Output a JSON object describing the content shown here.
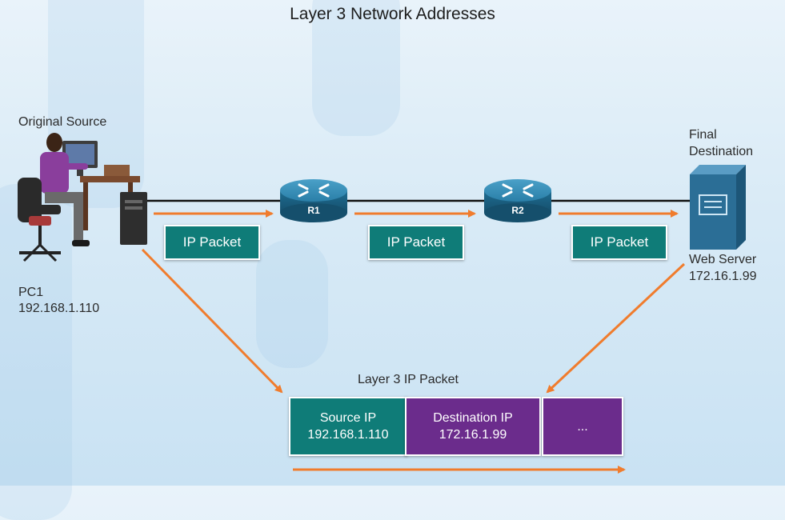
{
  "title": "Layer 3 Network Addresses",
  "source": {
    "role": "Original Source",
    "name": "PC1",
    "ip": "192.168.1.110"
  },
  "destination": {
    "role_line1": "Final",
    "role_line2": "Destination",
    "name": "Web Server",
    "ip": "172.16.1.99"
  },
  "routers": [
    {
      "label": "R1"
    },
    {
      "label": "R2"
    }
  ],
  "packets": [
    {
      "label": "IP Packet"
    },
    {
      "label": "IP Packet"
    },
    {
      "label": "IP Packet"
    }
  ],
  "layer3_packet": {
    "heading": "Layer 3 IP Packet",
    "fields": [
      {
        "name": "Source IP",
        "value": "192.168.1.110",
        "color": "#0f7c78"
      },
      {
        "name": "Destination IP",
        "value": "172.16.1.99",
        "color": "#6b2c8c"
      },
      {
        "name": "...",
        "value": "",
        "color": "#6b2c8c"
      }
    ]
  },
  "colors": {
    "arrow": "#f07c2d",
    "packet": "#0f7c78",
    "header": "#6b2c8c",
    "router": "#1f6d92",
    "server": "#2b6e96"
  }
}
